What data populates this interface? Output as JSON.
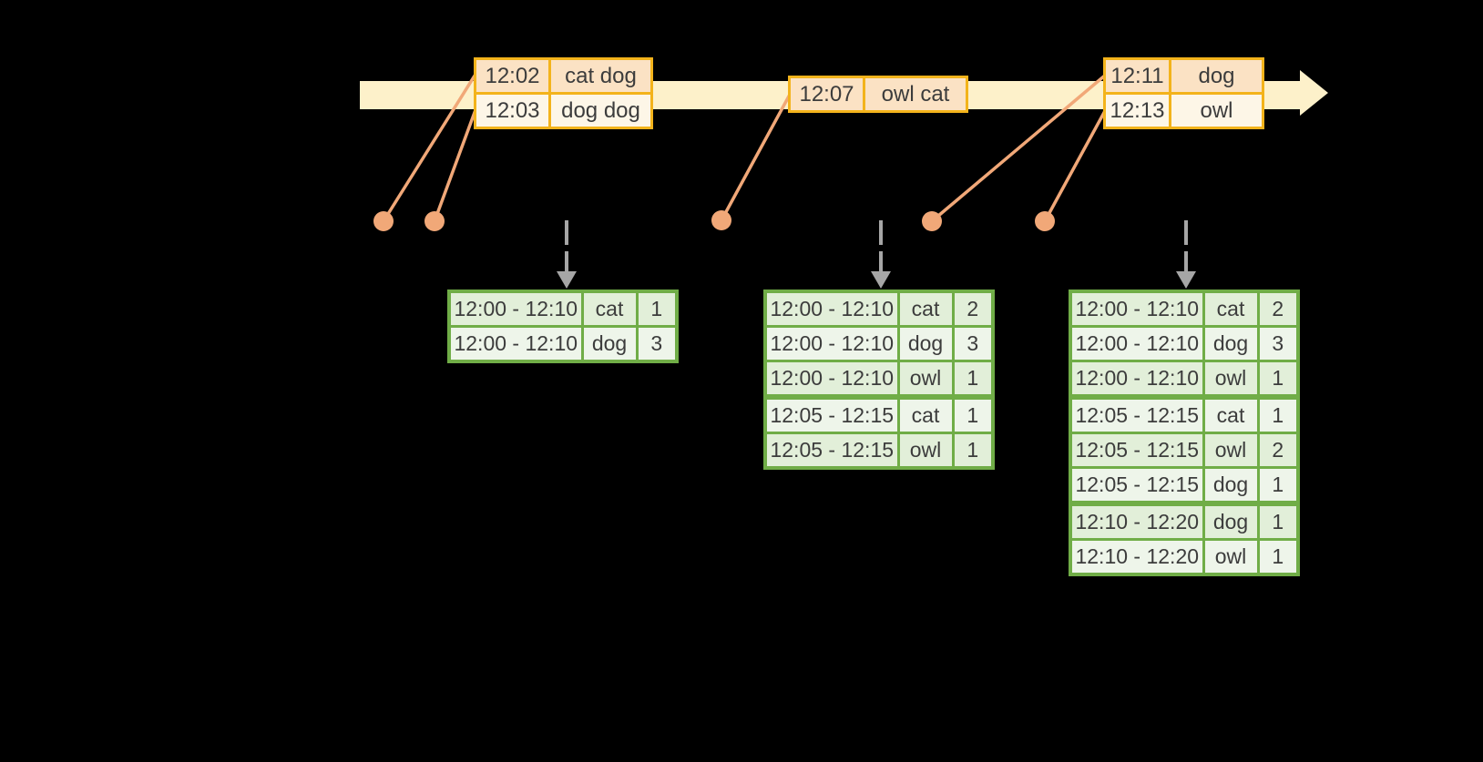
{
  "colors": {
    "background": "#000000",
    "timeline-fill": "#fdf1ca",
    "event-border": "#f3b31b",
    "event-row-a": "#fbe2c4",
    "event-row-b": "#fdf6e7",
    "connector": "#f1a878",
    "dot": "#f1a878",
    "dashed-arrow": "#a6a6a6",
    "result-border": "#70ad47",
    "result-row-a": "#e2efd9",
    "result-row-b": "#eef5ea",
    "text": "#3c3c3c"
  },
  "timeline": {
    "event_tables": [
      {
        "rows": [
          {
            "time": "12:02",
            "words": "cat dog"
          },
          {
            "time": "12:03",
            "words": "dog dog"
          }
        ]
      },
      {
        "rows": [
          {
            "time": "12:07",
            "words": "owl cat"
          }
        ]
      },
      {
        "rows": [
          {
            "time": "12:11",
            "words": "dog"
          },
          {
            "time": "12:13",
            "words": "owl"
          }
        ]
      }
    ]
  },
  "result_tables": [
    {
      "rows": [
        {
          "window": "12:00 - 12:10",
          "word": "cat",
          "count": "1"
        },
        {
          "window": "12:00 - 12:10",
          "word": "dog",
          "count": "3"
        }
      ]
    },
    {
      "rows": [
        {
          "window": "12:00 - 12:10",
          "word": "cat",
          "count": "2"
        },
        {
          "window": "12:00 - 12:10",
          "word": "dog",
          "count": "3"
        },
        {
          "window": "12:00 - 12:10",
          "word": "owl",
          "count": "1"
        },
        {
          "window": "12:05 - 12:15",
          "word": "cat",
          "count": "1"
        },
        {
          "window": "12:05 - 12:15",
          "word": "owl",
          "count": "1"
        }
      ]
    },
    {
      "rows": [
        {
          "window": "12:00 - 12:10",
          "word": "cat",
          "count": "2"
        },
        {
          "window": "12:00 - 12:10",
          "word": "dog",
          "count": "3"
        },
        {
          "window": "12:00 - 12:10",
          "word": "owl",
          "count": "1"
        },
        {
          "window": "12:05 - 12:15",
          "word": "cat",
          "count": "1"
        },
        {
          "window": "12:05 - 12:15",
          "word": "owl",
          "count": "2"
        },
        {
          "window": "12:05 - 12:15",
          "word": "dog",
          "count": "1"
        },
        {
          "window": "12:10 - 12:20",
          "word": "dog",
          "count": "1"
        },
        {
          "window": "12:10 - 12:20",
          "word": "owl",
          "count": "1"
        }
      ]
    }
  ]
}
